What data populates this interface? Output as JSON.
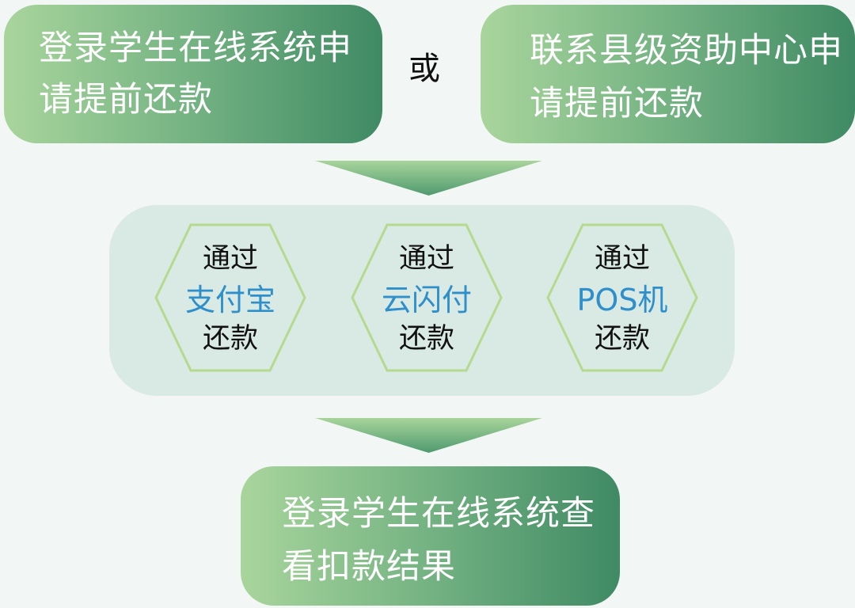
{
  "step_online": {
    "line1": "登录学生在线系统申",
    "line2": "请提前还款"
  },
  "or_label": "或",
  "step_county": {
    "line1": "联系县级资助中心申",
    "line2": "请提前还款"
  },
  "methods": [
    {
      "line1": "通过",
      "channel": "支付宝",
      "line3": "还款"
    },
    {
      "line1": "通过",
      "channel": "云闪付",
      "line3": "还款"
    },
    {
      "line1": "通过",
      "channel": "POS机",
      "line3": "还款"
    }
  ],
  "step_result": {
    "line1": "登录学生在线系统查",
    "line2": "看扣款结果"
  },
  "colors": {
    "background": "#f2f7f5",
    "box_gradient_start": "#a9d59c",
    "box_gradient_end": "#3f8a64",
    "panel": "#d9e9e3",
    "hex_border": "#b5da8f",
    "channel_text": "#2e8fcb"
  }
}
